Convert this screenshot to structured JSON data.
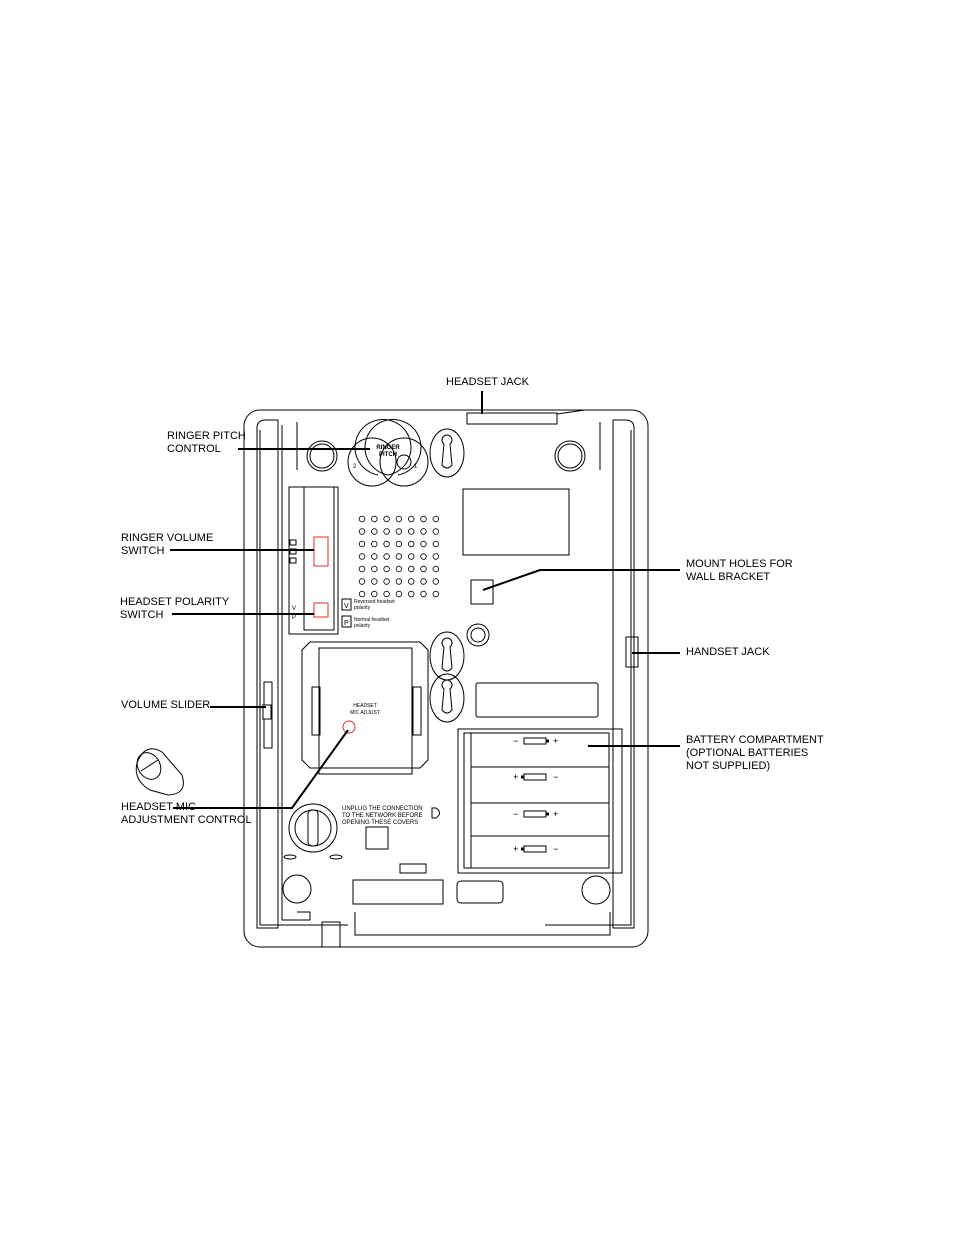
{
  "callouts": {
    "headset_jack": "HEADSET JACK",
    "ringer_pitch_control": "RINGER PITCH\nCONTROL",
    "ringer_volume_switch": "RINGER VOLUME\nSWITCH",
    "headset_polarity_switch": "HEADSET POLARITY\nSWITCH",
    "volume_slider": "VOLUME SLIDER",
    "headset_mic_adjustment_control": "HEADSET MIC\nADJUSTMENT CONTROL",
    "mount_holes": "MOUNT HOLES FOR\nWALL BRACKET",
    "handset_jack": "HANDSET JACK",
    "battery_compartment": "BATTERY COMPARTMENT\n(OPTIONAL BATTERIES\nNOT SUPPLIED)"
  },
  "device": {
    "ringer_pitch_title": "RINGER",
    "ringer_pitch_sub": "PITCH",
    "pitch_left": "2",
    "pitch_right": "1",
    "polarity_v": "V",
    "polarity_v_text_1": "Reversed headset",
    "polarity_v_text_2": "polarity",
    "polarity_p": "P",
    "polarity_p_text_1": "Normal headset",
    "polarity_p_text_2": "polarity",
    "switch_v_mark": "V",
    "switch_p_mark": "P",
    "mic_adjust_1": "HEADSET",
    "mic_adjust_2": "MIC ADJUST",
    "warning_1": "UNPLUG THE CONNECTION",
    "warning_2": "TO THE NETWORK BEFORE",
    "warning_3": "OPENING THESE COVERS",
    "battery_rows": [
      {
        "left": "−",
        "right": "+"
      },
      {
        "left": "+",
        "right": "−"
      },
      {
        "left": "−",
        "right": "+"
      },
      {
        "left": "+",
        "right": "−"
      }
    ]
  }
}
